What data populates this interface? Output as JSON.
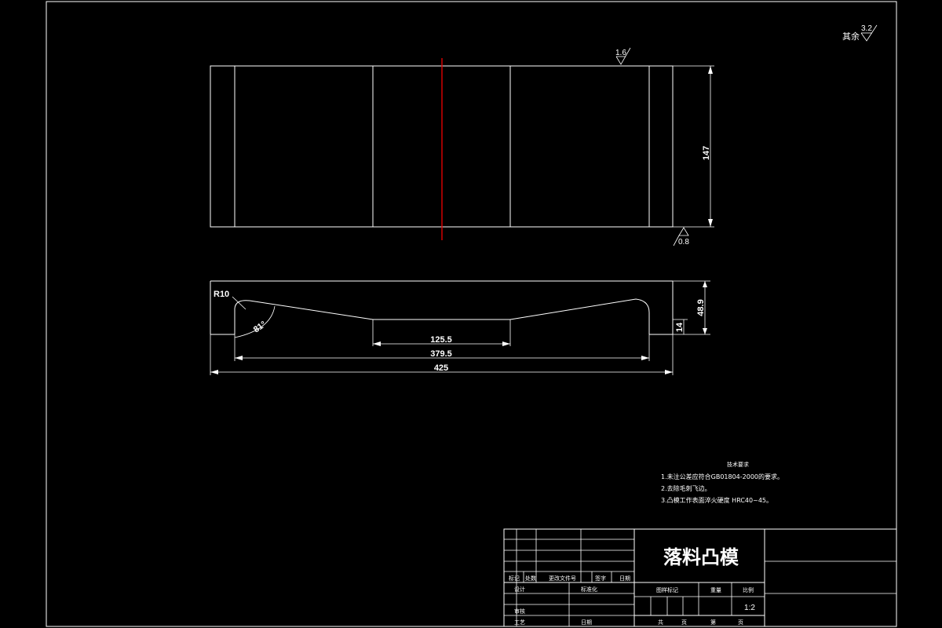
{
  "surface_finish": {
    "general_prefix": "其余",
    "general_value": "3.2",
    "top_face": "1.6",
    "bottom_face": "0.8"
  },
  "dimensions": {
    "height_top_view": "147",
    "radius": "R10",
    "angle": "81°",
    "height_profile": "48.9",
    "step": "14",
    "inner_flat": "125.5",
    "inner_span": "379.5",
    "overall_length": "425"
  },
  "technical_notes": {
    "heading": "技术要求",
    "items": [
      "1.未注公差应符合GB01804-2000的要求。",
      "2.去除毛刺飞边。",
      "3.凸模工作表面淬火硬度 HRC40~45。"
    ]
  },
  "title_block": {
    "part_name": "落料凸模",
    "scale_value": "1:2",
    "rev_headers": [
      "标记",
      "处数",
      "更改文件号",
      "签字",
      "日期"
    ],
    "sign_labels": [
      "设计",
      "标准化",
      "审核",
      "工艺",
      "日期"
    ],
    "stage_headers": [
      "图样标记",
      "重量",
      "比例"
    ],
    "sheet_labels": [
      "共",
      "页",
      "第",
      "页"
    ]
  }
}
